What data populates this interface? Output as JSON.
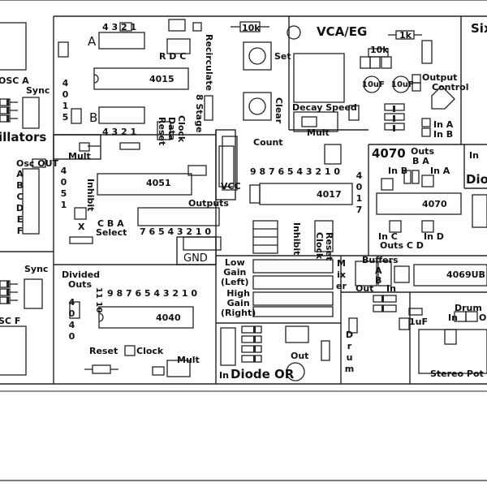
{
  "labels": {
    "osc_a": "OSC A",
    "sync_top": "Sync",
    "oscillators": "illators",
    "osc_out": "Osc OUT",
    "osc_letters": "ABCDEF",
    "sync_bottom": "Sync",
    "osc_f": "SC F",
    "chip4015_a": "A",
    "chip4015_b": "B",
    "pins_4321_top": "4 3 2 1",
    "pins_4321_bottom": "4 3 2 1",
    "rdc": "R D C",
    "chip_4015": "4015",
    "v4015": "4015",
    "recirculate": "Recirculate",
    "reset": "Reset",
    "data": "Data",
    "clock_4015": "Clock",
    "eight_stage": "8 Stage",
    "r_10k": "10k",
    "set": "Set",
    "clear": "Clear",
    "vca_eg": "VCA/EG",
    "r_1k": "1k",
    "r_10k_b": "10k",
    "cap1": "10uF",
    "cap2": "10uF",
    "output": "Output",
    "control": "Control",
    "decay_speed": "Decay Speed",
    "mult_vca": "Mult",
    "in_a": "In A",
    "in_b": "In B",
    "six": "Six",
    "mult_left": "Mult",
    "v4051": "4051",
    "chip_4051": "4051",
    "inhibit_4051": "Inhibit",
    "x": "X",
    "cba": "C B A",
    "select": "Select",
    "outputs": "Outputs",
    "pins_4051": "7 6 5 4 3 2 1 0",
    "vcc": "VCC",
    "gnd": "GND",
    "count": "Count",
    "pins_4017": "9 8 7 6 5 4 3 2 1 0",
    "chip_4017": "4017",
    "v4017": "4017",
    "inhibit_4017": "Inhibit",
    "clock_4017": "Clock",
    "reset_4017": "Reset",
    "t4070": "4070",
    "outs": "Outs",
    "b_a": "B A",
    "in_b_70": "In B",
    "in_a_70": "In A",
    "chip_4070": "4070",
    "in_c": "In C",
    "in_d": "In D",
    "outs_cd": "Outs C D",
    "in_right": "In",
    "diode_right": "Diod",
    "divided": "Divided",
    "outs_div": "Outs",
    "pins_4040_a": "11 10",
    "pins_4040_b": "9 8 7 6 5 4 3 2 1 0",
    "chip_4040": "4040",
    "v4040": "4040",
    "reset_4040": "Reset",
    "clock_4040": "Clock",
    "mult_4040": "Mult",
    "low_gain": "Low\nGain\n(Left)",
    "high_gain": "High\nGain\n(Right)",
    "mixer": "Mixer",
    "buffers": "Buffers",
    "buf_a": "A",
    "buf_b": "B",
    "out_buf": "Out",
    "in_buf": "In",
    "chip_4069": "4069UB",
    "out_diode": "Out",
    "in_diode": "In",
    "diode_or": "Diode OR",
    "drum_vert": "Drum",
    "r_1uf": "1uF",
    "drum": "Drum",
    "drum_in": "In",
    "drum_out": "Ou",
    "stereo_pot": "Stereo Pot"
  }
}
